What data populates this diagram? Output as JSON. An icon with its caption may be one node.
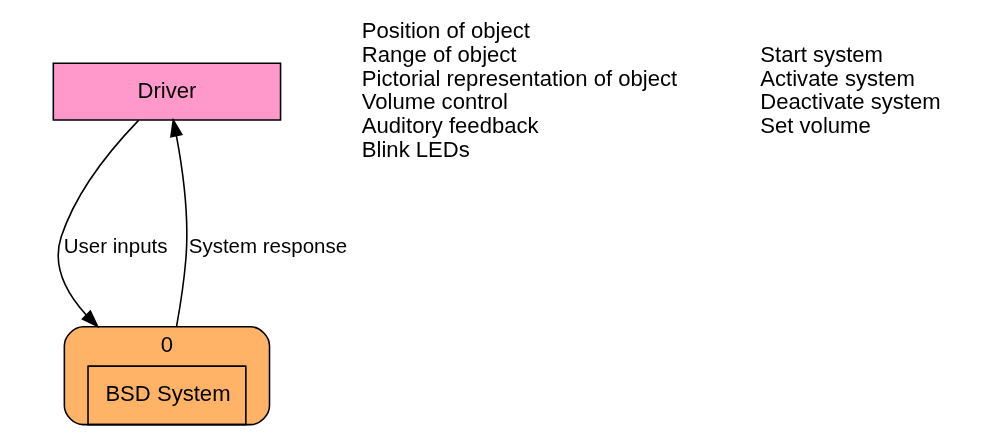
{
  "diagram": {
    "nodes": [
      {
        "text": [
          "Driver"
        ]
      },
      {
        "text": [
          "0",
          "BSD System"
        ]
      }
    ],
    "edges": [
      {
        "from": 1,
        "to": 0,
        "arrow": "to",
        "label": "System response"
      },
      {
        "from": 0,
        "to": 1,
        "arrow": "to",
        "label": "User inputs"
      }
    ],
    "labels": [
      "Position of object",
      "Range of object",
      "Pictorial representation of object",
      "Volume control",
      "Auditory feedback",
      "Blink LEDs",
      "Start system",
      "Activate system",
      "Deactivate system",
      "Set volume"
    ]
  }
}
